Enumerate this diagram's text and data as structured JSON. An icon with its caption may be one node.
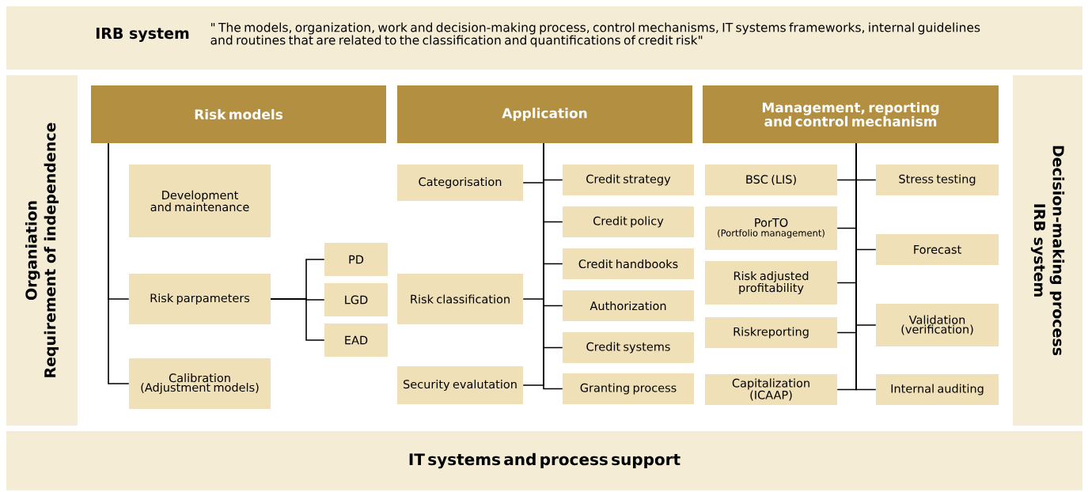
{
  "diagram": {
    "nodes": [
      {
        "text": [
          "IRB system",
          "\" The models, organization, work and decision-making process, control mechanisms, IT systems frameworks, internal guidelines and routines that are related to the classification and quantifications of credit risk\""
        ]
      },
      {
        "text": [
          "Organiation",
          "Requirement of independence"
        ]
      },
      {
        "text": [
          "Risk models"
        ]
      },
      {
        "text": [
          "Development and maintenance"
        ]
      },
      {
        "text": [
          "Risk parpameters"
        ]
      },
      {
        "text": [
          "Calibration (Adjustment models)"
        ]
      },
      {
        "text": [
          "PD"
        ]
      },
      {
        "text": [
          "LGD"
        ]
      },
      {
        "text": [
          "EAD"
        ]
      },
      {
        "text": [
          "Application"
        ]
      },
      {
        "text": [
          "Categorisation"
        ]
      },
      {
        "text": [
          "Credit strategy"
        ]
      },
      {
        "text": [
          "Credit policy"
        ]
      },
      {
        "text": [
          "Credit handbooks"
        ]
      },
      {
        "text": [
          "Risk classification"
        ]
      },
      {
        "text": [
          "Authorization"
        ]
      },
      {
        "text": [
          "Credit systems"
        ]
      },
      {
        "text": [
          "Security evalutation"
        ]
      },
      {
        "text": [
          "Granting process"
        ]
      },
      {
        "text": [
          "Management, reporting and control mechanism"
        ]
      },
      {
        "text": [
          "BSC (LIS)"
        ]
      },
      {
        "text": [
          "Stress testing"
        ]
      },
      {
        "text": [
          "PorTO",
          "(Portfolio management)"
        ]
      },
      {
        "text": [
          "Forecast"
        ]
      },
      {
        "text": [
          "Risk adjusted profitability"
        ]
      },
      {
        "text": [
          "Riskreporting"
        ]
      },
      {
        "text": [
          "Validation (verification)"
        ]
      },
      {
        "text": [
          "Capitalization (ICAAP)"
        ]
      },
      {
        "text": [
          "Internal auditing"
        ]
      },
      {
        "text": [
          "Decision-making process",
          "IRB system"
        ]
      },
      {
        "text": [
          "IT systems and process support"
        ]
      }
    ],
    "edges": [
      {
        "from": 2,
        "to": 4,
        "arrow": "none"
      },
      {
        "from": 2,
        "to": 5,
        "arrow": "none"
      },
      {
        "from": 4,
        "to": 6,
        "arrow": "none"
      },
      {
        "from": 4,
        "to": 7,
        "arrow": "none"
      },
      {
        "from": 4,
        "to": 8,
        "arrow": "none"
      },
      {
        "from": 9,
        "to": 10,
        "arrow": "none"
      },
      {
        "from": 9,
        "to": 11,
        "arrow": "none"
      },
      {
        "from": 9,
        "to": 12,
        "arrow": "none"
      },
      {
        "from": 9,
        "to": 13,
        "arrow": "none"
      },
      {
        "from": 9,
        "to": 14,
        "arrow": "none"
      },
      {
        "from": 9,
        "to": 15,
        "arrow": "none"
      },
      {
        "from": 9,
        "to": 16,
        "arrow": "none"
      },
      {
        "from": 9,
        "to": 17,
        "arrow": "none"
      },
      {
        "from": 9,
        "to": 18,
        "arrow": "none"
      },
      {
        "from": 19,
        "to": 20,
        "arrow": "none"
      },
      {
        "from": 19,
        "to": 21,
        "arrow": "none"
      },
      {
        "from": 19,
        "to": 22,
        "arrow": "none"
      },
      {
        "from": 19,
        "to": 23,
        "arrow": "none"
      },
      {
        "from": 19,
        "to": 24,
        "arrow": "none"
      },
      {
        "from": 19,
        "to": 25,
        "arrow": "none"
      },
      {
        "from": 19,
        "to": 26,
        "arrow": "none"
      },
      {
        "from": 19,
        "to": 27,
        "arrow": "none"
      },
      {
        "from": 19,
        "to": 28,
        "arrow": "none"
      }
    ]
  }
}
